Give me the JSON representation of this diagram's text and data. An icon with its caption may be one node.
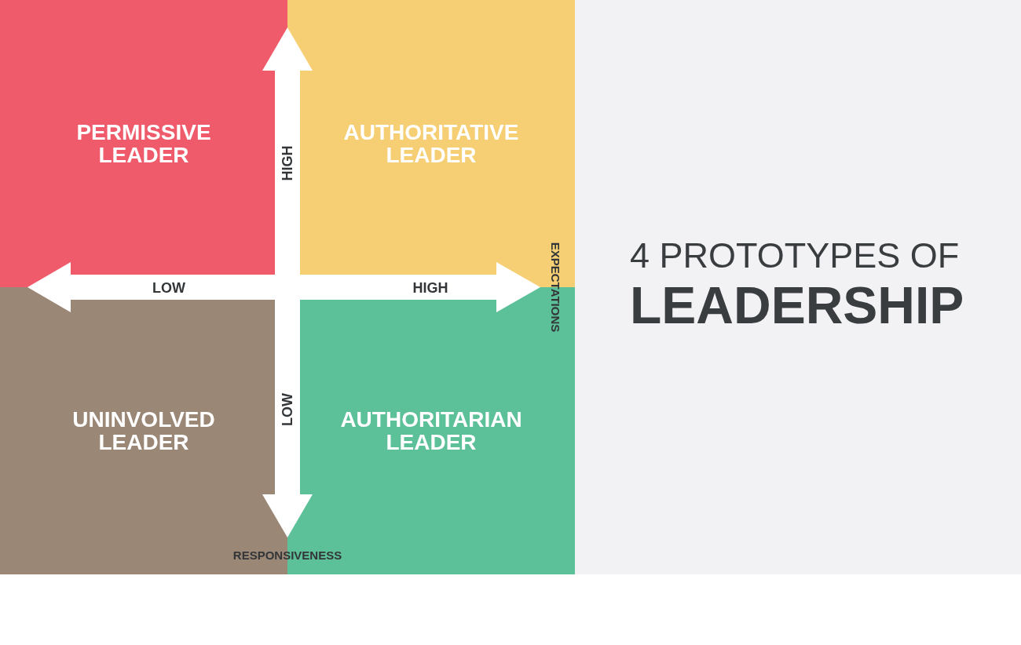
{
  "diagram": {
    "title": "4 PROTOTYPES OF **LEADERSHIP**",
    "nodes": [
      {
        "text": [
          "PERMISSIVE LEADER"
        ]
      },
      {
        "text": [
          "AUTHORITATIVE LEADER"
        ]
      },
      {
        "text": [
          "UNINVOLVED LEADER"
        ]
      },
      {
        "text": [
          "AUTHORITARIAN LEADER"
        ]
      }
    ],
    "labels": [
      "HIGH",
      "LOW",
      "HIGH",
      "EXPECTATIONS",
      "LOW",
      "RESPONSIVENESS"
    ]
  }
}
